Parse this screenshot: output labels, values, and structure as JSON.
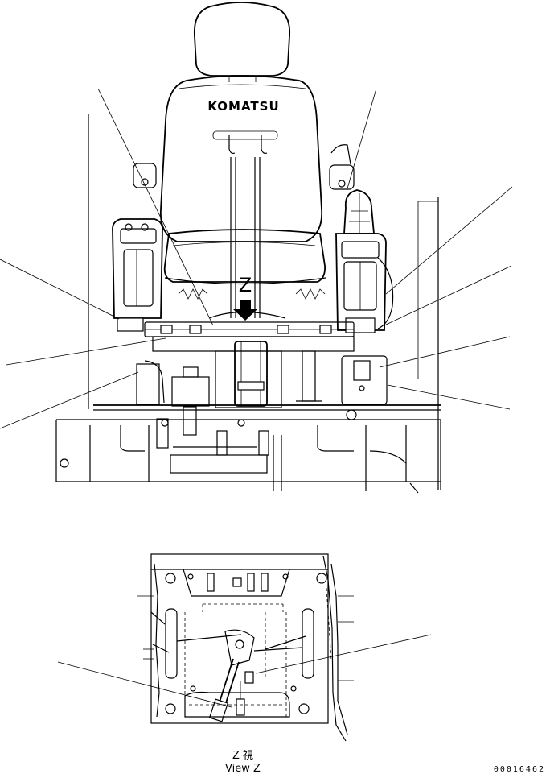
{
  "diagram": {
    "seat_logo": "KOMATSU",
    "view_marker": "Z",
    "caption_line1": "Z  視",
    "caption_line2": "View Z",
    "drawing_number": "00016462"
  }
}
